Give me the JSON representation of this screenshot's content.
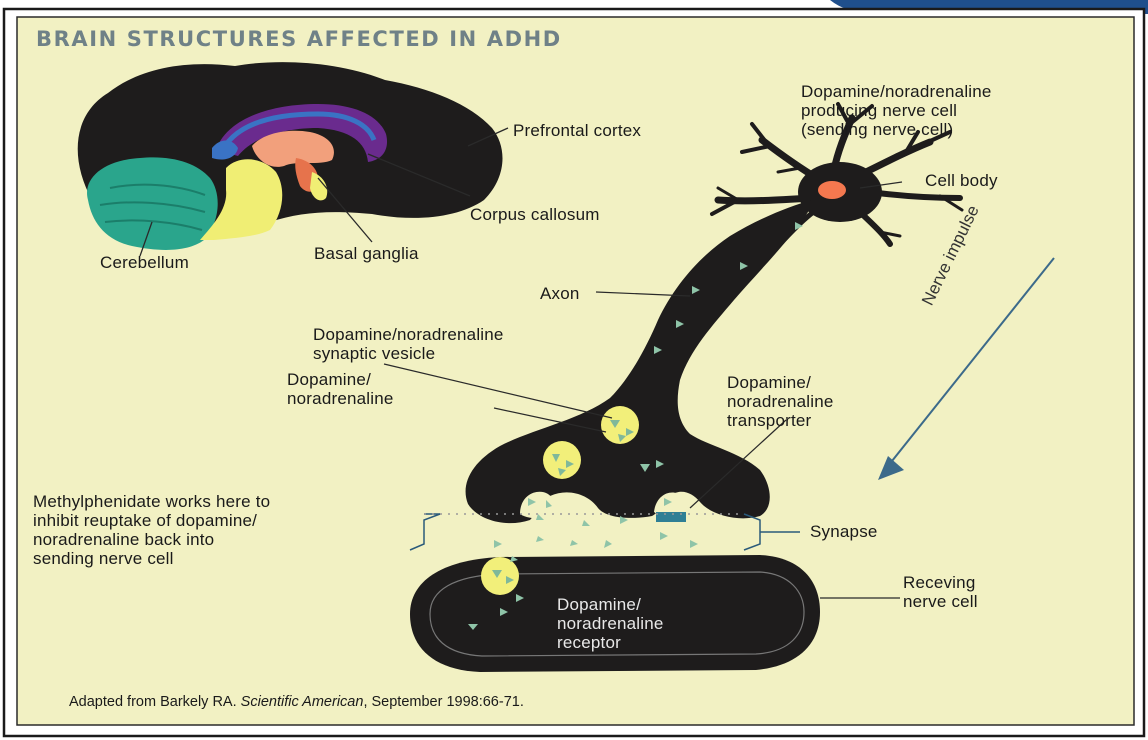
{
  "title": "BRAIN STRUCTURES AFFECTED IN ADHD",
  "labels": {
    "prefrontal_cortex": "Prefrontal cortex",
    "corpus_callosum": "Corpus callosum",
    "basal_ganglia": "Basal ganglia",
    "cerebellum": "Cerebellum",
    "sending_cell": [
      "Dopamine/noradrenaline",
      "producing nerve cell",
      "(sending nerve cell)"
    ],
    "cell_body": "Cell body",
    "axon": "Axon",
    "nerve_impulse": "Nerve impulse",
    "synaptic_vesicle": [
      "Dopamine/noradrenaline",
      "synaptic vesicle"
    ],
    "dopamine": [
      "Dopamine/",
      "noradrenaline"
    ],
    "transporter": [
      "Dopamine/",
      "noradrenaline",
      "transporter"
    ],
    "methylphenidate": [
      "Methylphenidate works here to",
      "inhibit reuptake of dopamine/",
      "noradrenaline back into",
      "sending nerve cell"
    ],
    "synapse": "Synapse",
    "receiving_cell": [
      "Receving",
      "nerve cell"
    ],
    "receptor": [
      "Dopamine/",
      "noradrenaline",
      "receptor"
    ]
  },
  "citation": {
    "prefix": "Adapted from Barkely RA. ",
    "journal": "Scientific American",
    "suffix": ", September 1998:66-71."
  },
  "colors": {
    "page": "#f2f1c3",
    "neuron": "#1e1c1c",
    "cerebellum": "#2aa58c",
    "cortex_band": "#6a2b8e",
    "basal": "#f2a07c",
    "brainstem": "#f0ee74",
    "vesicle": "#f2ef7a",
    "transporter": "#2f7f95",
    "arrow": "#3c6a8a",
    "accent_bar": "#1f4f8c"
  }
}
